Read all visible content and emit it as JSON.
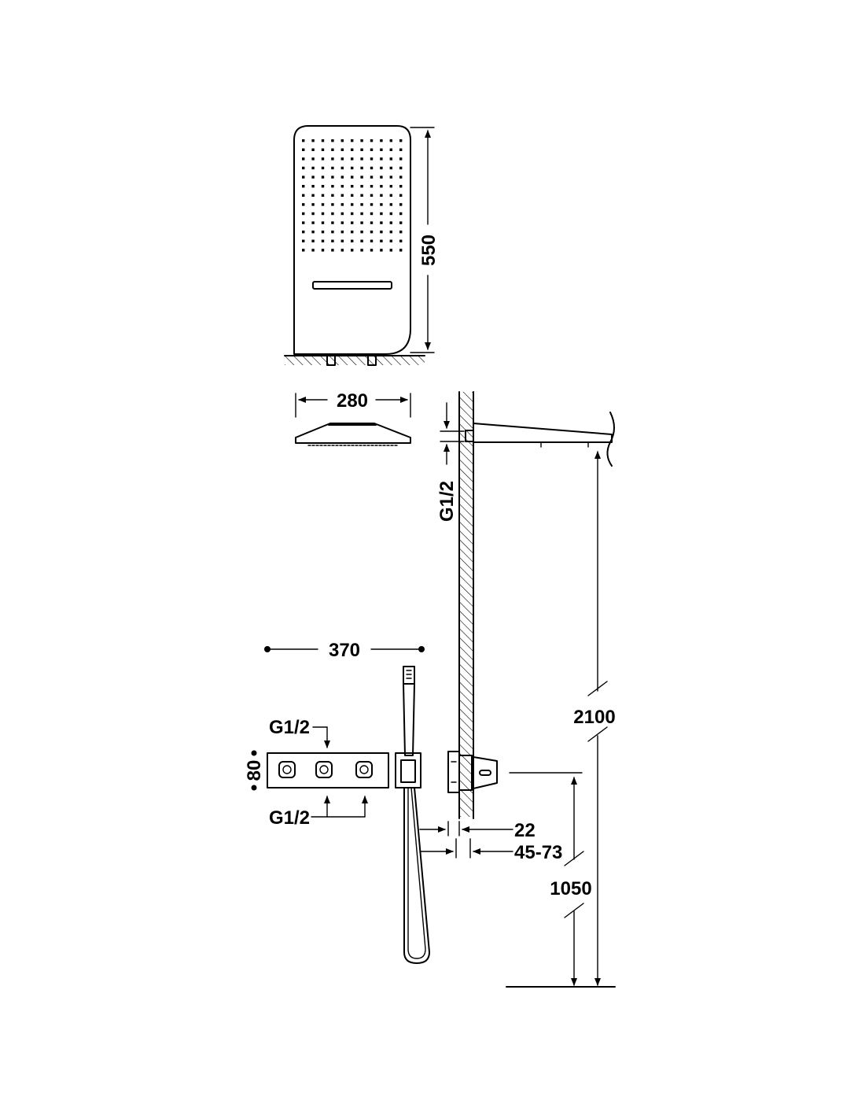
{
  "drawing": {
    "dimensions": {
      "height_panel": "550",
      "width_panel": "280",
      "inlet_top": "G1/2",
      "height_arm": "2100",
      "width_valve": "370",
      "inlet_valve_top": "G1/2",
      "inlet_valve_bottom": "G1/2",
      "height_valve": "80",
      "depth_min": "22",
      "depth_range": "45-73",
      "height_outlet": "1050"
    },
    "colors": {
      "line": "#000000",
      "background": "#ffffff"
    }
  }
}
